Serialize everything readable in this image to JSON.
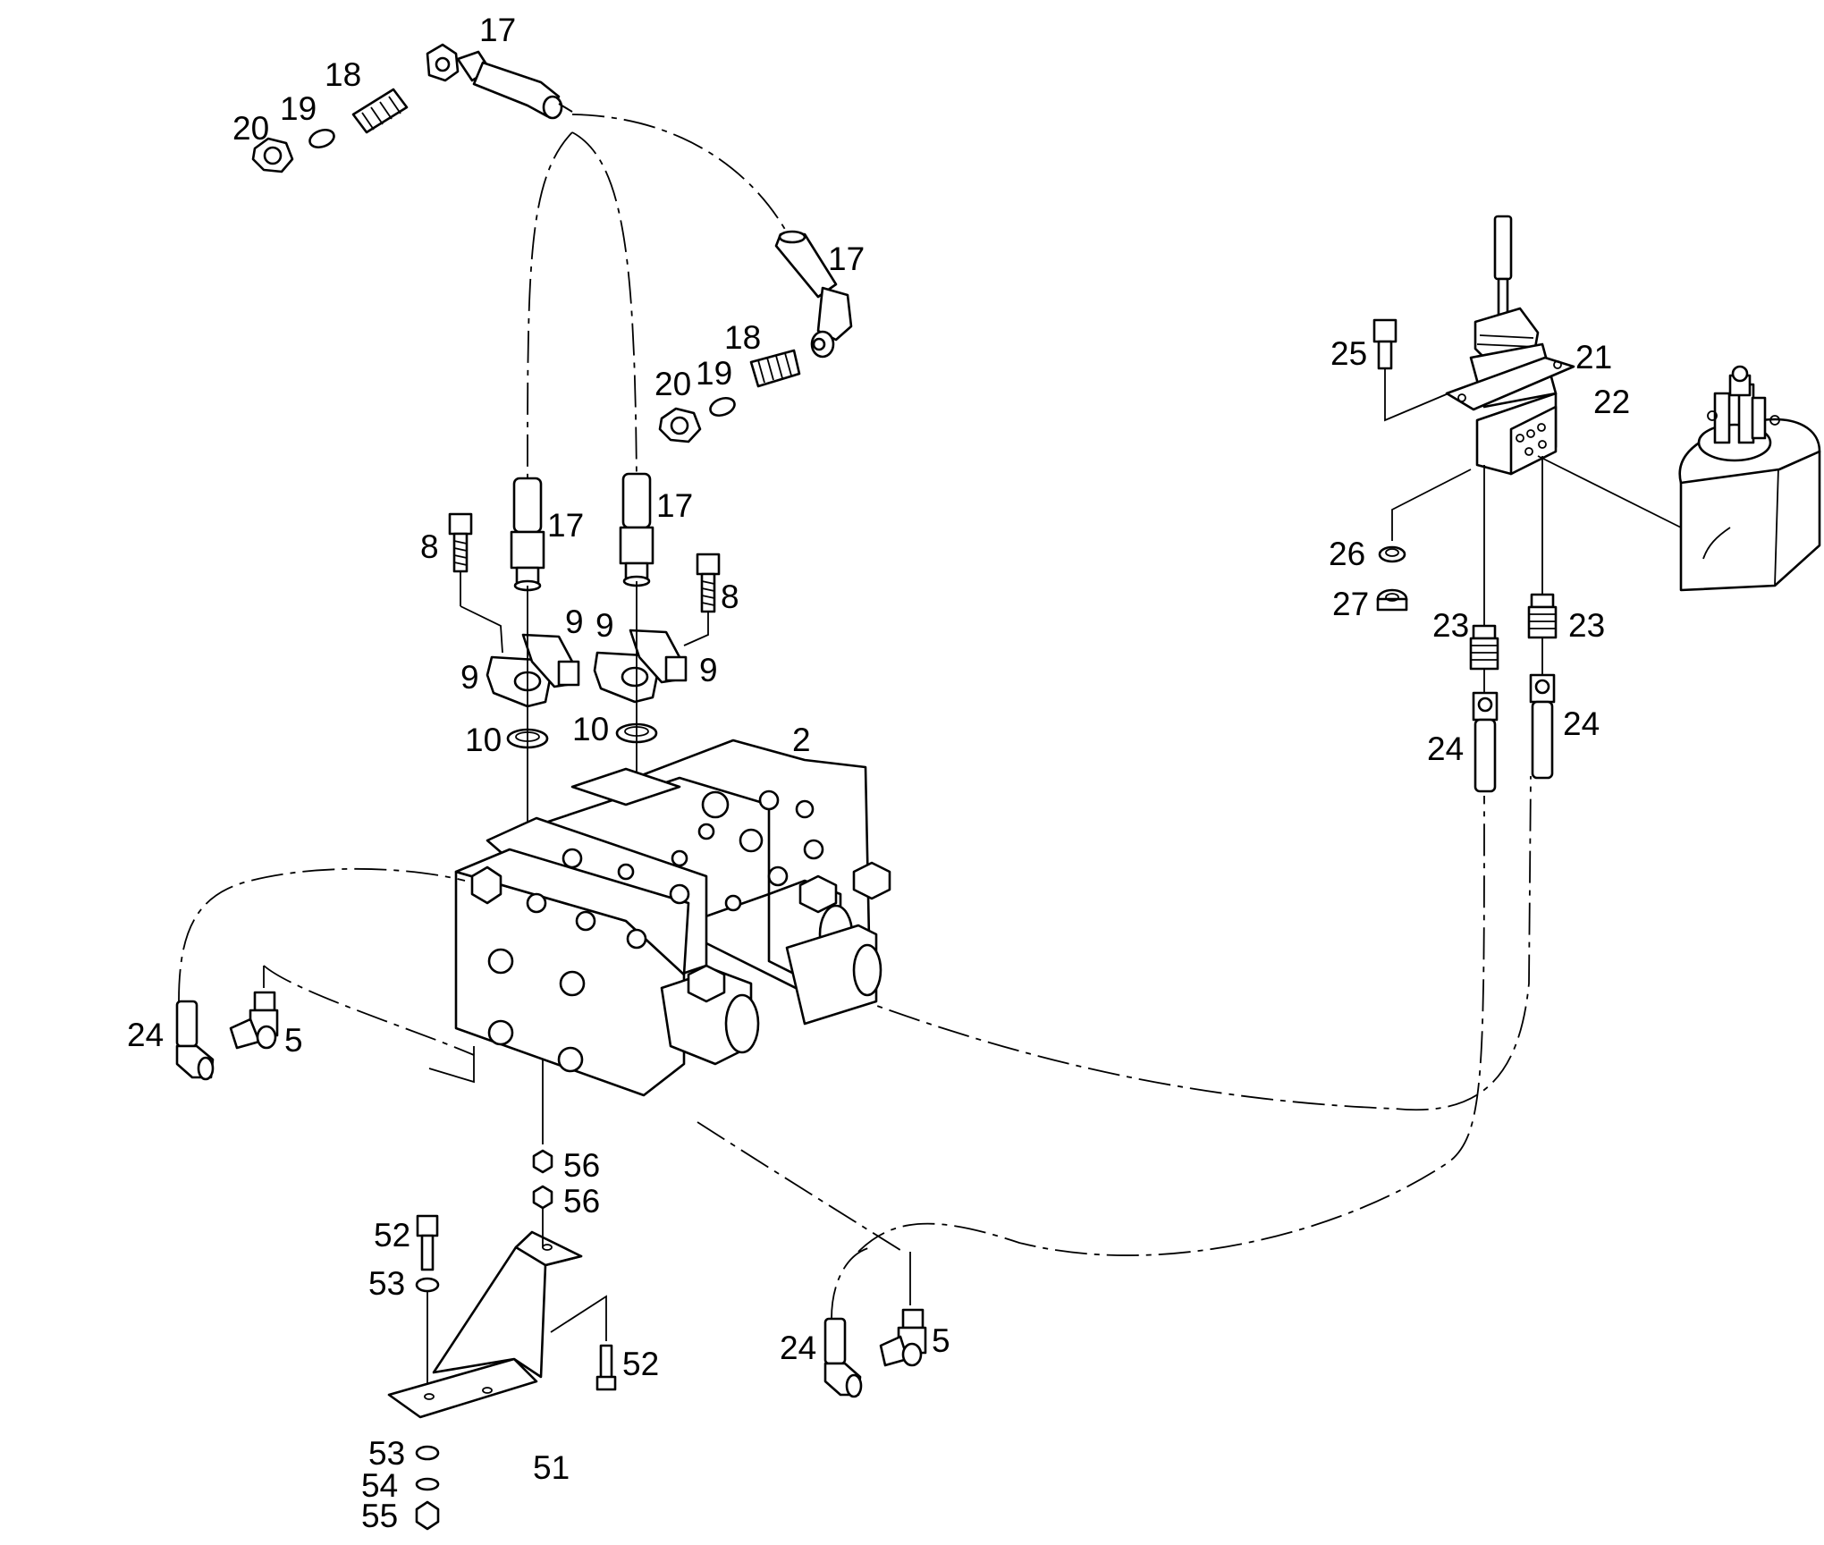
{
  "callouts": {
    "c17a": "17",
    "c18a": "18",
    "c19a": "19",
    "c20a": "20",
    "c17b": "17",
    "c18b": "18",
    "c19b": "19",
    "c20b": "20",
    "c17c": "17",
    "c17d": "17",
    "c8a": "8",
    "c8b": "8",
    "c9a": "9",
    "c9b": "9",
    "c9c": "9",
    "c9d": "9",
    "c10a": "10",
    "c10b": "10",
    "c2": "2",
    "c24a": "24",
    "c5a": "5",
    "c56a": "56",
    "c56b": "56",
    "c52a": "52",
    "c53a": "53",
    "c52b": "52",
    "c53b": "53",
    "c54": "54",
    "c55": "55",
    "c51": "51",
    "c24b": "24",
    "c5b": "5",
    "c25": "25",
    "c21": "21",
    "c22": "22",
    "c26": "26",
    "c27": "27",
    "c23a": "23",
    "c23b": "23",
    "c24c": "24",
    "c24d": "24"
  }
}
